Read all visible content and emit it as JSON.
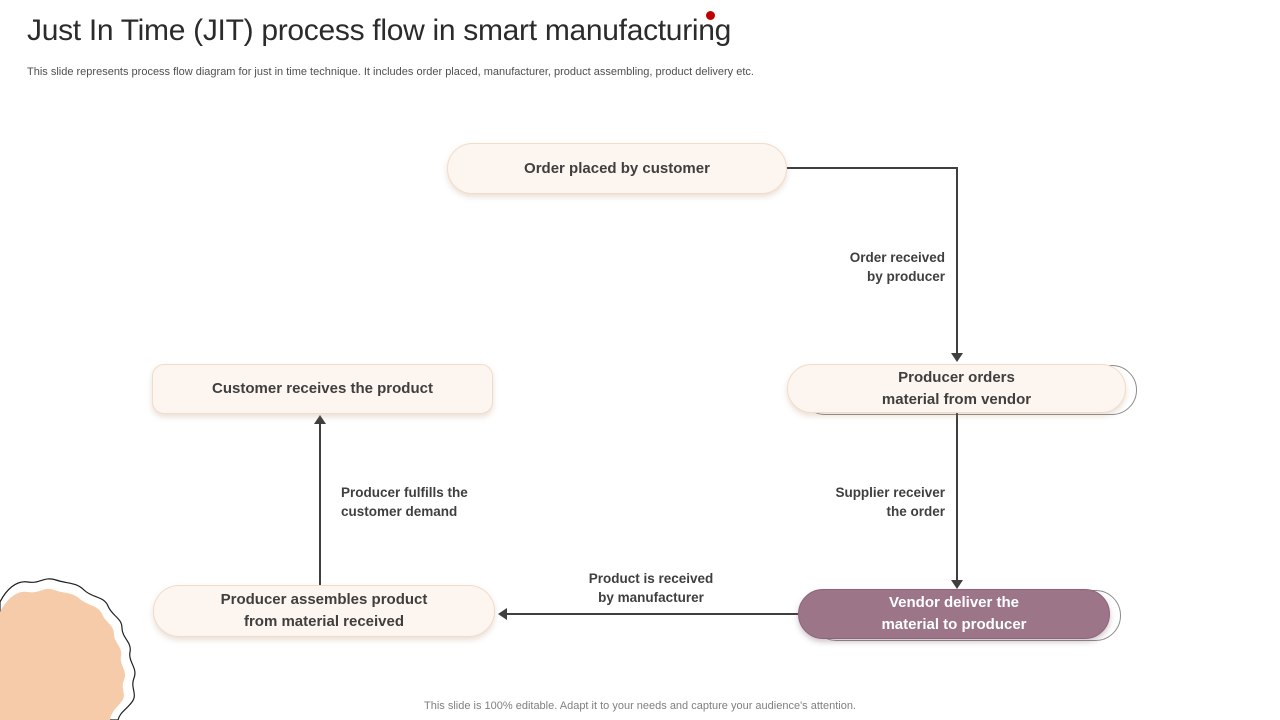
{
  "slide": {
    "title": "Just In Time (JIT) process flow in smart manufacturing",
    "subtitle": "This slide represents process flow diagram for just in time technique. It includes order placed, manufacturer, product assembling, product delivery etc.",
    "footer": "This slide is 100% editable. Adapt it to your needs and capture your audience's attention."
  },
  "colors": {
    "accent_red_dot": "#c00000",
    "node_cream_fill": "#fdf5ef",
    "node_cream_border": "#f2dcc9",
    "node_mauve_fill": "#9c7588",
    "connector_line": "#3f3f3f",
    "blob_peach": "#f5cba9"
  },
  "nodes": {
    "order_placed": "Order placed by customer",
    "producer_orders": "Producer orders\nmaterial from vendor",
    "vendor_deliver": "Vendor deliver the\nmaterial to producer",
    "producer_assembles": "Producer assembles product\nfrom material received",
    "customer_receives": "Customer receives the product"
  },
  "edge_labels": {
    "order_received": "Order received\nby producer",
    "supplier_receiver": "Supplier receiver\nthe order",
    "product_received": "Product is received\nby manufacturer",
    "producer_fulfills": "Producer fulfills the\ncustomer demand"
  }
}
